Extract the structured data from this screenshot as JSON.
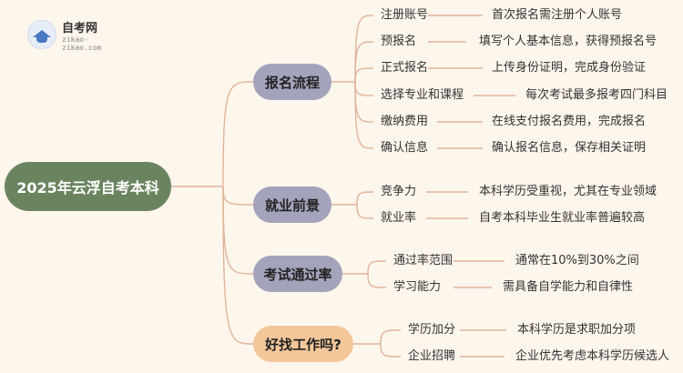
{
  "logo": {
    "title": "自考网",
    "url": "zikao-zikao.com",
    "icon": "graduation-cap-icon"
  },
  "root": "2025年云浮自考本科",
  "colors": {
    "root": "#6b8460",
    "category": "#a3a3bb",
    "category_highlight": "#f4c79b",
    "line": "#e2b49a",
    "background": "#fdf6ec"
  },
  "categories": [
    {
      "label": "报名流程",
      "items": [
        {
          "label": "注册账号",
          "desc": "首次报名需注册个人账号"
        },
        {
          "label": "预报名",
          "desc": "填写个人基本信息，获得预报名号"
        },
        {
          "label": "正式报名",
          "desc": "上传身份证明，完成身份验证"
        },
        {
          "label": "选择专业和课程",
          "desc": "每次考试最多报考四门科目"
        },
        {
          "label": "缴纳费用",
          "desc": "在线支付报名费用，完成报名"
        },
        {
          "label": "确认信息",
          "desc": "确认报名信息，保存相关证明"
        }
      ]
    },
    {
      "label": "就业前景",
      "items": [
        {
          "label": "竞争力",
          "desc": "本科学历受重视，尤其在专业领域"
        },
        {
          "label": "就业率",
          "desc": "自考本科毕业生就业率普遍较高"
        }
      ]
    },
    {
      "label": "考试通过率",
      "items": [
        {
          "label": "通过率范围",
          "desc": "通常在10%到30%之间"
        },
        {
          "label": "学习能力",
          "desc": "需具备自学能力和自律性"
        }
      ]
    },
    {
      "label": "好找工作吗?",
      "items": [
        {
          "label": "学历加分",
          "desc": "本科学历是求职加分项"
        },
        {
          "label": "企业招聘",
          "desc": "企业优先考虑本科学历候选人"
        }
      ]
    }
  ]
}
